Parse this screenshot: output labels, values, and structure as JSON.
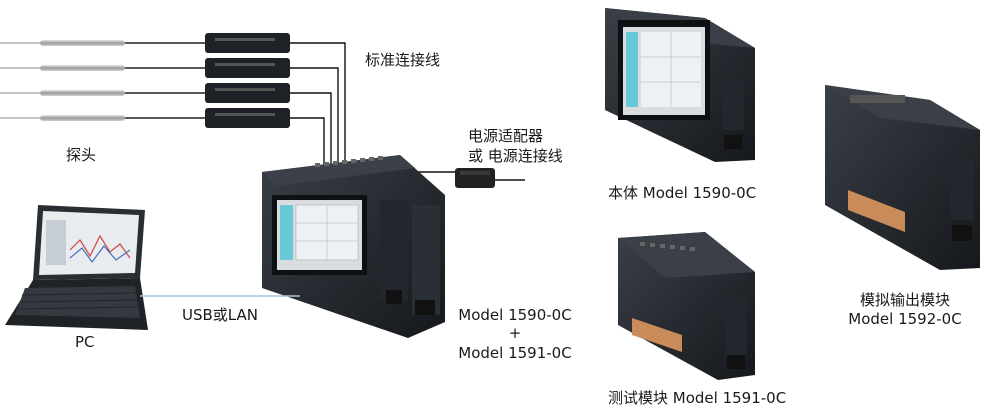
{
  "labels": {
    "probes": "探头",
    "standard_cable": "标准连接线",
    "power_line1": "电源适配器",
    "power_line2": "或 电源连接线",
    "pc": "PC",
    "usb_lan": "USB或LAN",
    "system_model_a": "Model 1590-0C",
    "system_plus": "+",
    "system_model_b": "Model 1591-0C",
    "main_unit": "本体  Model 1590-0C",
    "test_module": "测试模块  Model 1591-0C",
    "analog_module_line1": "模拟输出模块",
    "analog_module_line2": "Model 1592-0C"
  },
  "colors": {
    "device_body": "#1c1f24",
    "device_face": "#2a2e35",
    "screen_cyan": "#69c8d8",
    "cable_red": "#c81e1e",
    "cable_blue": "#a8c2d8",
    "connector_copper": "#c98b5a"
  },
  "icons": [
    "probe-icon",
    "cable-icon",
    "power-adapter-icon",
    "laptop-icon",
    "data-logger-icon",
    "module-icon"
  ]
}
